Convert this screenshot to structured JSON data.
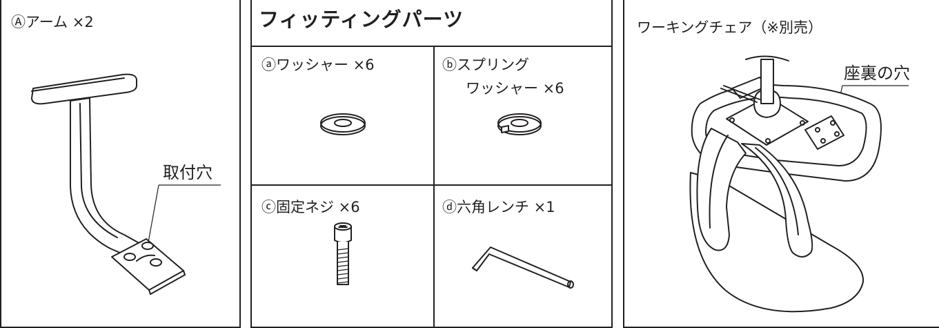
{
  "arm_panel": {
    "title": "Ⓐアーム ×2",
    "callout": "取付穴"
  },
  "fittings_panel": {
    "header": "フィッティングパーツ",
    "washer": {
      "label": "ⓐワッシャー ×6"
    },
    "spring_washer": {
      "label_line1": "ⓑスプリング",
      "label_line2": "ワッシャー ×6"
    },
    "screw": {
      "label": "ⓒ固定ネジ ×6"
    },
    "hex_wrench": {
      "label": "ⓓ六角レンチ ×1"
    }
  },
  "chair_panel": {
    "title": "ワーキングチェア（※別売）",
    "callout": "座裏の穴"
  }
}
